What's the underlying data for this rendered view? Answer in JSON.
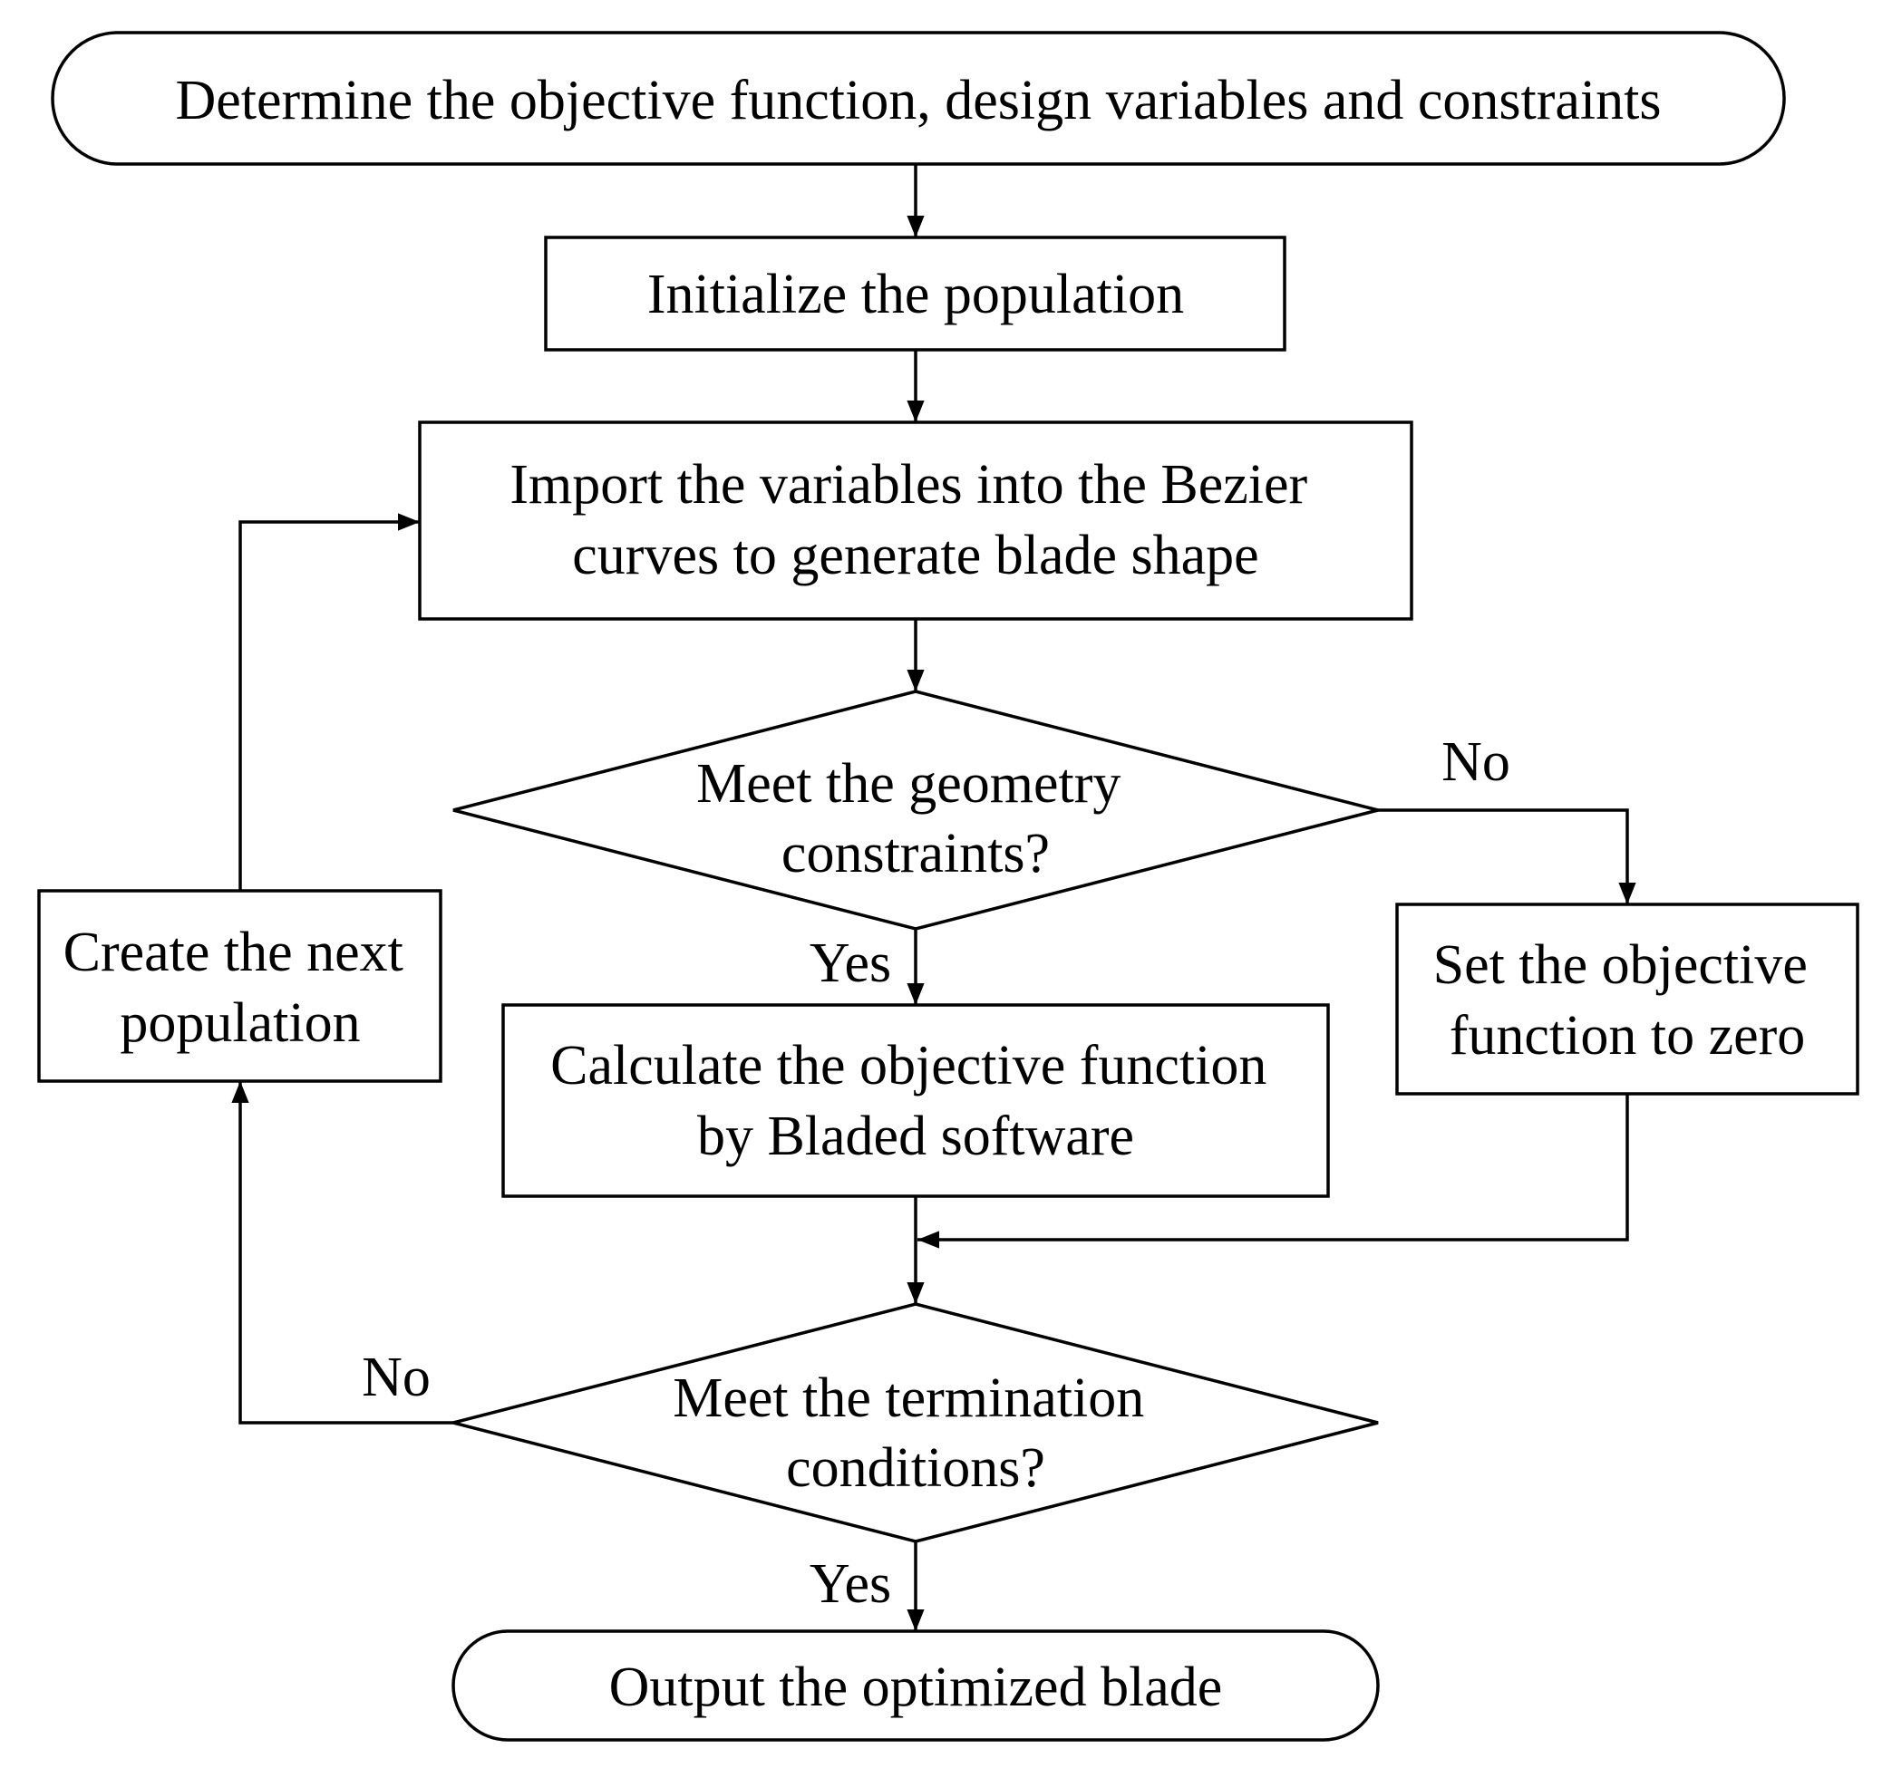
{
  "diagram": {
    "nodes": {
      "start": {
        "lines": [
          "Determine the objective function, design variables and constraints"
        ]
      },
      "init": {
        "lines": [
          "Initialize the population"
        ]
      },
      "import": {
        "lines": [
          "Import the variables into the Bezier",
          "curves to generate blade shape"
        ]
      },
      "geom_check": {
        "lines": [
          "Meet the geometry",
          "constraints?"
        ]
      },
      "set_zero": {
        "lines": [
          "Set the objective",
          "function to zero"
        ]
      },
      "calc": {
        "lines": [
          "Calculate the objective function",
          "by Bladed software"
        ]
      },
      "next_pop": {
        "lines": [
          "Create the next",
          "population"
        ]
      },
      "term_check": {
        "lines": [
          "Meet the termination",
          "conditions?"
        ]
      },
      "end": {
        "lines": [
          "Output the optimized blade"
        ]
      }
    },
    "edge_labels": {
      "geom_no": "No",
      "geom_yes": "Yes",
      "term_no": "No",
      "term_yes": "Yes"
    }
  }
}
